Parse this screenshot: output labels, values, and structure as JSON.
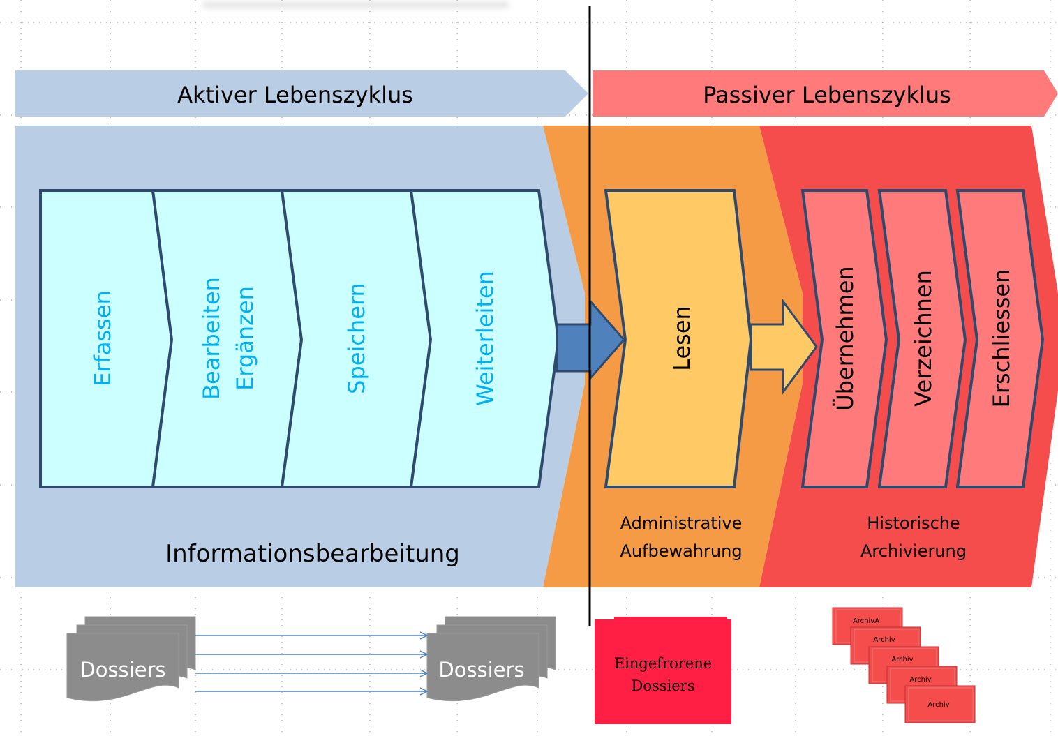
{
  "headers": {
    "active": "Aktiver Lebenszyklus",
    "passive": "Passiver Lebenszyklus"
  },
  "steps": {
    "active": [
      "Erfassen",
      "Bearbeiten",
      "Ergänzen",
      "Speichern",
      "Weiterleiten"
    ],
    "admin": "Lesen",
    "historic": [
      "Übernehmen",
      "Verzeichnen",
      "Erschliessen"
    ]
  },
  "labels": {
    "info_processing": "Informationsbearbeitung",
    "admin_storage_line1": "Administrative",
    "admin_storage_line2": "Aufbewahrung",
    "historic_line1": "Historische",
    "historic_line2": "Archivierung"
  },
  "documents": {
    "dossiers_left": "Dossiers",
    "dossiers_right": "Dossiers",
    "frozen_line1": "Eingefrorene",
    "frozen_line2": "Dossiers",
    "archive_labels": [
      "ArchivA",
      "Archiv",
      "Archiv",
      "Archiv",
      "Archiv"
    ]
  },
  "colors": {
    "active_blue": "#b9cde5",
    "light_cyan": "#ccffff",
    "step_outline": "#2e4a6e",
    "step_text": "#00b0f0",
    "orange": "#f59a45",
    "red": "#f54c4c",
    "pink_header": "#ff7b7b",
    "pink_step": "#ff7b7b",
    "yellow": "#ffc966",
    "arrow_blue": "#4f81bd",
    "gray_doc": "#8c8c8c",
    "frozen_red": "#ff1f44"
  }
}
